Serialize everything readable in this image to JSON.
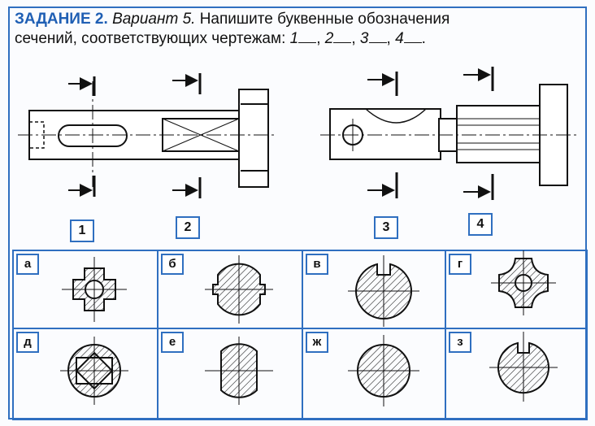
{
  "task": {
    "label": "ЗАДАНИЕ",
    "number": "2.",
    "variant": "Вариант 5.",
    "text_line1": "Напишите буквенные обозначения",
    "text_line2": "сечений, соответствующих чертежам:",
    "slots": [
      "1",
      "2",
      "3",
      "4"
    ]
  },
  "drawings": [
    {
      "number": "1"
    },
    {
      "number": "2"
    },
    {
      "number": "3"
    },
    {
      "number": "4"
    }
  ],
  "sections": [
    {
      "letter": "а",
      "shape": "cross-with-hole"
    },
    {
      "letter": "б",
      "shape": "circle-two-side-notches"
    },
    {
      "letter": "в",
      "shape": "circle-top-keyway"
    },
    {
      "letter": "г",
      "shape": "cross-rounded-with-hole"
    },
    {
      "letter": "д",
      "shape": "circle-square-hole"
    },
    {
      "letter": "е",
      "shape": "circle-two-flats"
    },
    {
      "letter": "ж",
      "shape": "solid-circle"
    },
    {
      "letter": "з",
      "shape": "circle-top-keyway-small"
    }
  ],
  "colors": {
    "frame": "#2f6fc0",
    "ink": "#111111",
    "title": "#1f5fb4"
  }
}
